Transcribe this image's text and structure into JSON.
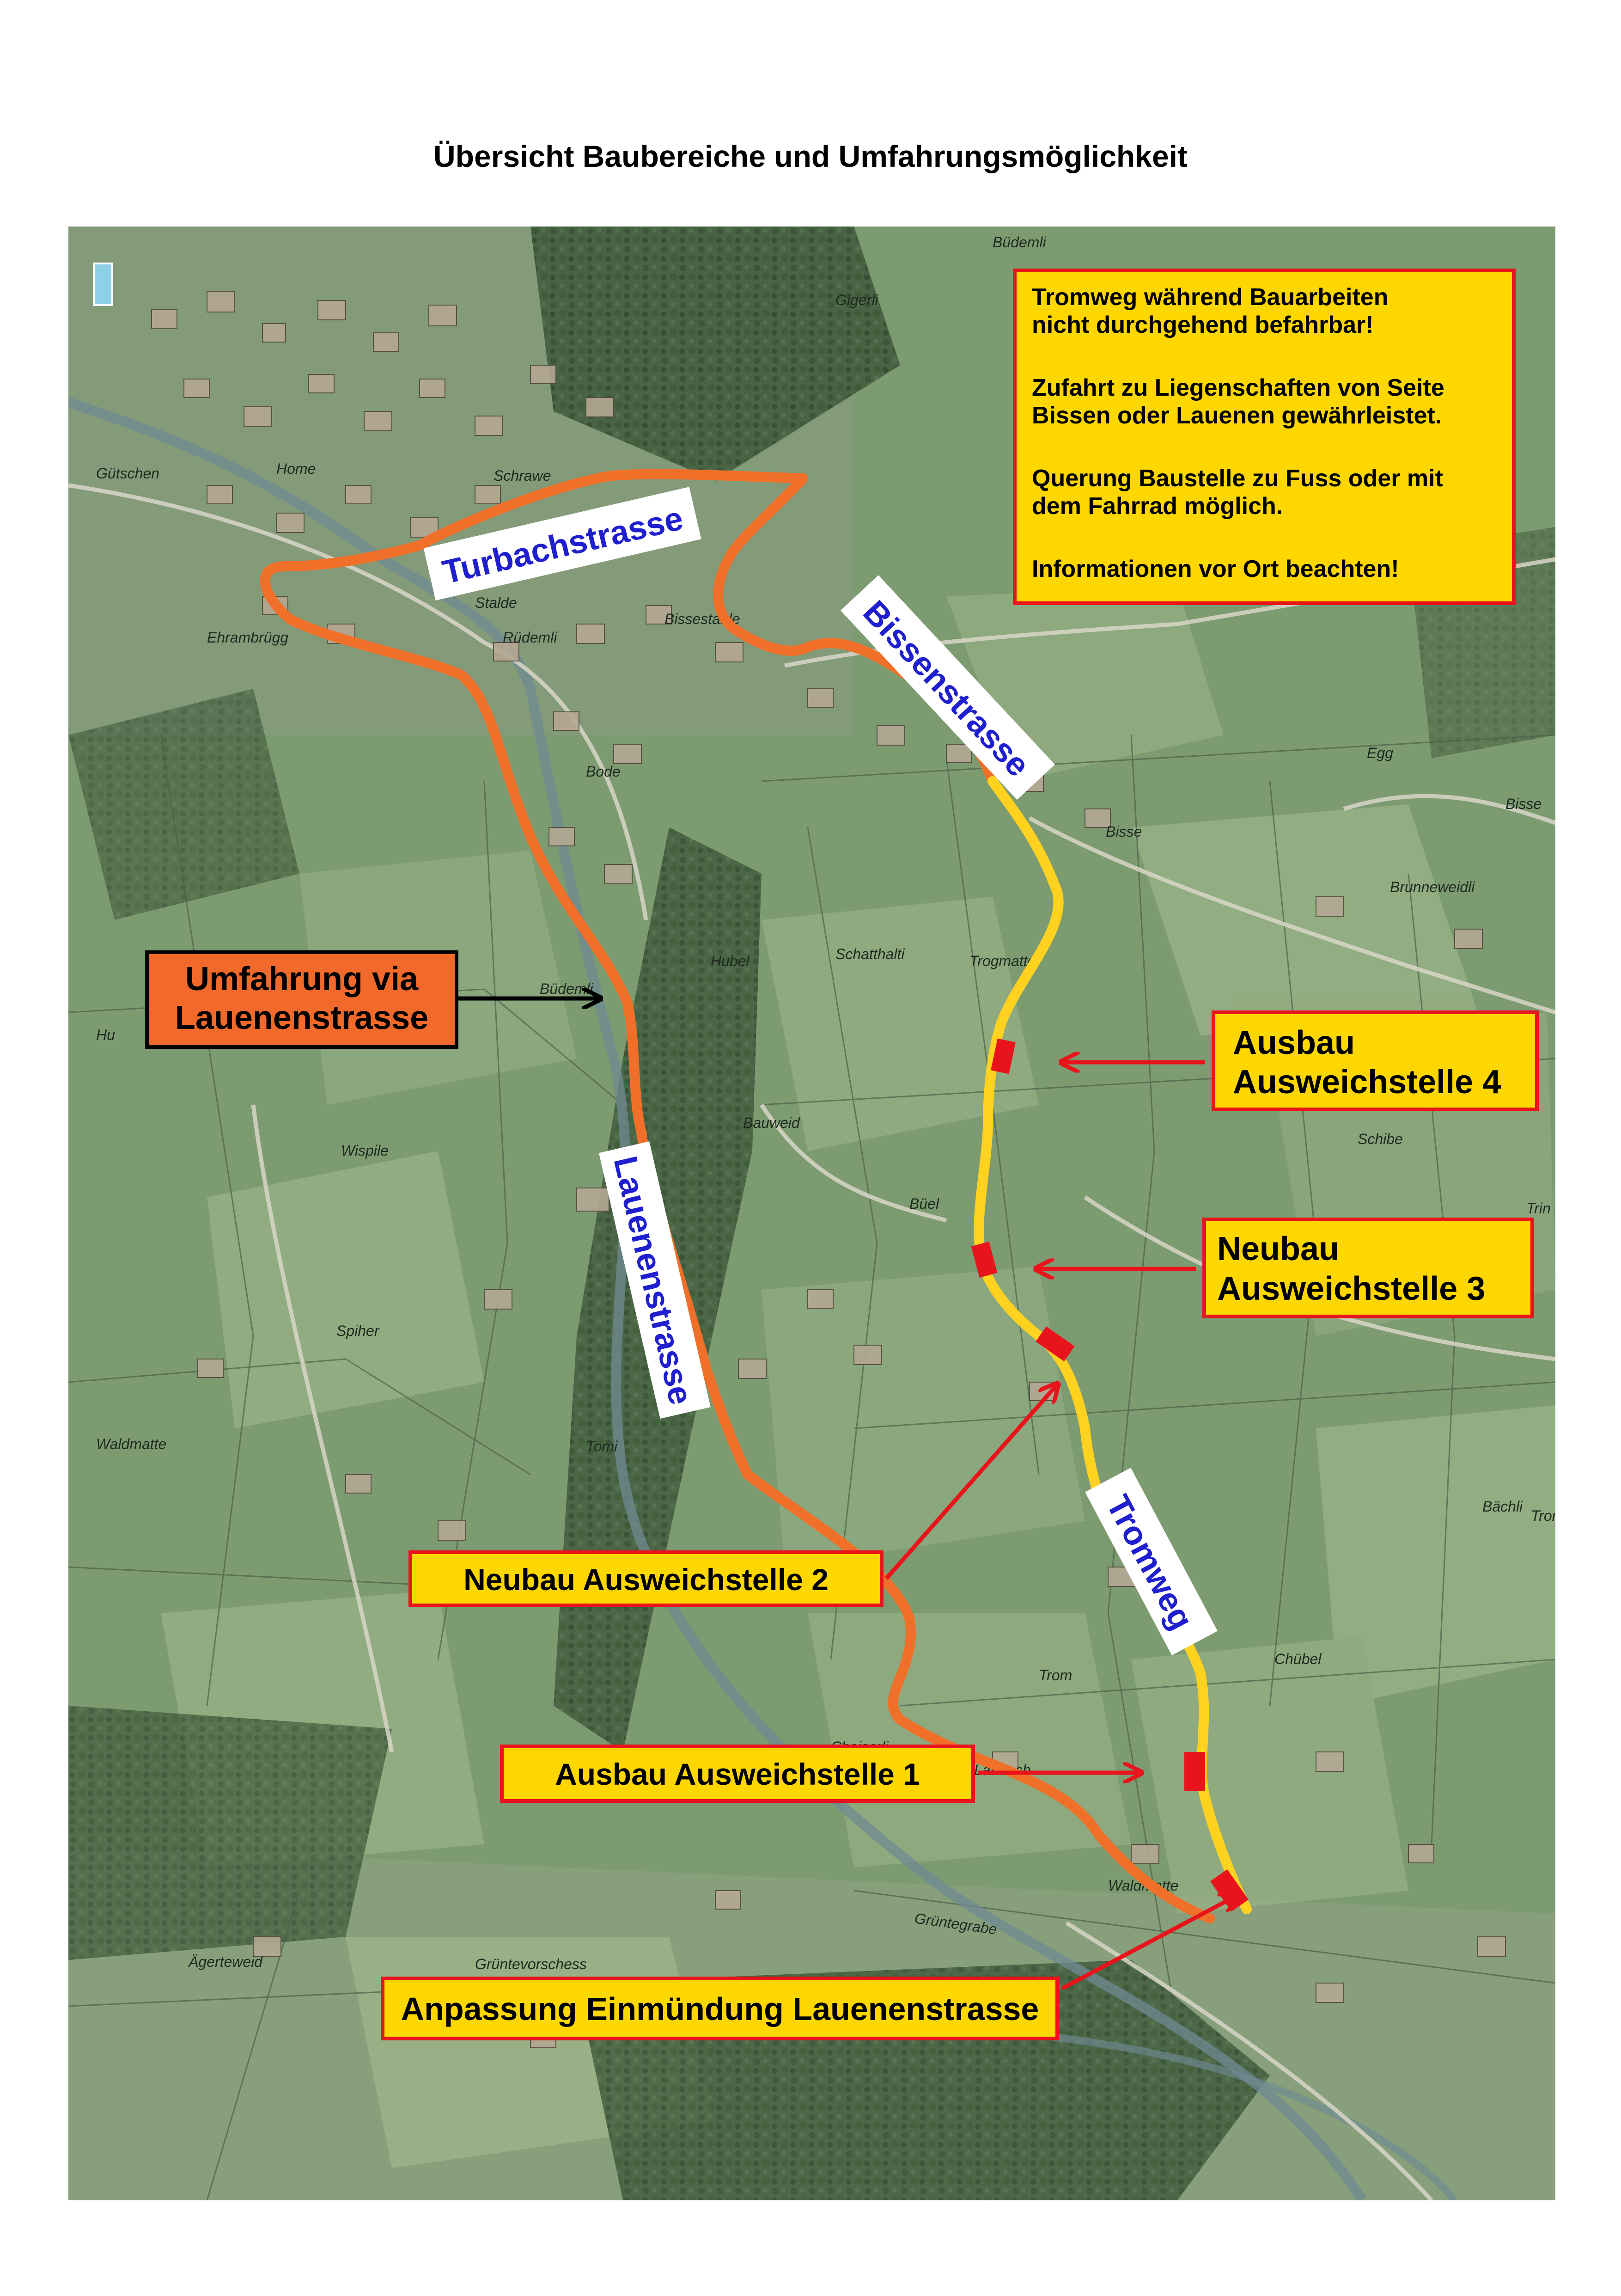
{
  "title": "Übersicht Baubereiche und Umfahrungsmöglichkeit",
  "info_box": {
    "lines": [
      "Tromweg während Bauarbeiten",
      "nicht durchgehend befahrbar!",
      "",
      "Zufahrt zu Liegenschaften von Seite",
      "Bissen oder Lauenen gewährleistet.",
      "",
      "Querung Baustelle zu Fuss oder mit",
      "dem Fahrrad möglich.",
      "",
      "Informationen vor Ort beachten!"
    ]
  },
  "road_labels": {
    "turbach": "Turbachstrasse",
    "bissen": "Bissenstrasse",
    "lauenen": "Lauenenstrasse",
    "tromweg": "Tromweg"
  },
  "callouts": {
    "detour": [
      "Umfahrung via",
      "Lauenenstrasse"
    ],
    "site4": [
      "Ausbau",
      "Ausweichstelle 4"
    ],
    "site3": [
      "Neubau",
      "Ausweichstelle 3"
    ],
    "site2": "Neubau Ausweichstelle 2",
    "site1": "Ausbau Ausweichstelle 1",
    "junction": "Anpassung Einmündung Lauenenstrasse"
  },
  "place_names": {
    "budemli_top": "Büdemli",
    "gigerli": "Gigerli",
    "gutschen": "Gütschen",
    "home": "Home",
    "schrawe": "Schrawe",
    "stalde": "Stalde",
    "ehrambrugg": "Ehrambrügg",
    "rudemli": "Rüdemli",
    "bissestalde": "Bissestalde",
    "bode": "Bode",
    "egg": "Egg",
    "bisse_right": "Bisse",
    "bisse": "Bisse",
    "brunneweidli": "Brunneweidli",
    "hubel": "Hubel",
    "schatthalti": "Schatthalti",
    "trogmatte": "Trogmatte",
    "budemli_mid": "Büdemli",
    "hu": "Hu",
    "schibe": "Schibe",
    "bauweid": "Bauweid",
    "wispile": "Wispile",
    "buel": "Büel",
    "trin": "Trin",
    "spiher": "Spiher",
    "waldmatte_left": "Waldmatte",
    "tomi": "Tomi",
    "bachli": "Bächli",
    "trom_right": "Trom",
    "chubel": "Chübel",
    "trom": "Trom",
    "cheiserli": "Cheiserli",
    "laubach": "Laubach",
    "waldmatte": "Waldmatte",
    "gruntegrabe": "Grüntegrabe",
    "agerteweid": "Ägerteweid",
    "gruntevorsess": "Grüntevorschess"
  },
  "colors": {
    "detour_route": "#f0702a",
    "tromweg_route": "#ffd21f",
    "site_marker": "#e8131b",
    "callout_fill": "#ffd700",
    "callout_border": "#e8131b",
    "detour_box_fill": "#f26a2b",
    "road_label_text": "#1f1fd0",
    "map_background": "#7b9a70"
  }
}
